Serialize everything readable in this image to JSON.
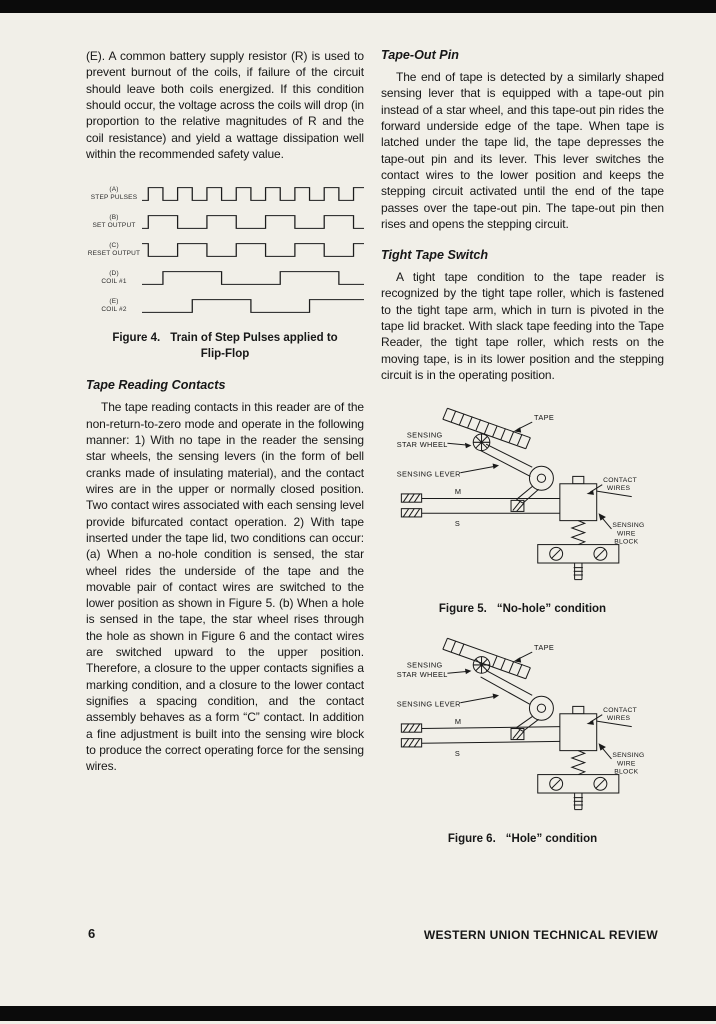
{
  "page": {
    "number": "6",
    "journal_footer": "WESTERN UNION TECHNICAL REVIEW"
  },
  "left": {
    "para_battery": "(E). A common battery supply resistor (R) is used to prevent burnout of the coils, if failure of the circuit should leave both coils energized. If this condition should occur, the voltage across the coils will drop (in proportion to the relative magnitudes of R and the coil resistance) and yield a wattage dissipation well within the recommended safety value.",
    "figure4": {
      "rows": [
        {
          "id": "(A)",
          "label": "STEP PULSES"
        },
        {
          "id": "(B)",
          "label": "SET OUTPUT"
        },
        {
          "id": "(C)",
          "label": "RESET OUTPUT"
        },
        {
          "id": "(D)",
          "label": "COIL #1"
        },
        {
          "id": "(E)",
          "label": "COIL #2"
        }
      ],
      "caption_label": "Figure 4.",
      "caption_text": "Train of Step Pulses applied to Flip-Flop"
    },
    "heading_contacts": "Tape Reading Contacts",
    "para_contacts": "The tape reading contacts in this reader are of the non-return-to-zero mode and operate in the following manner: 1) With no tape in the reader the sensing star wheels, the sensing levers (in the form of bell cranks made of insulating material), and the contact wires are in the upper or normally closed position. Two contact wires associated with each sensing level provide bifurcated contact operation. 2) With tape inserted under the tape lid, two conditions can occur: (a) When a no-hole condition is sensed, the star wheel rides the underside of the tape and the movable pair of contact wires are switched to the lower position as shown in Figure 5. (b) When a hole is sensed in the tape, the star wheel rises through the hole as shown in Figure 6 and the contact wires are switched upward to the upper position. Therefore, a closure to the upper contacts signifies a marking condition, and a closure to the lower contact signifies a spacing condition, and the contact assembly behaves as a form “C” contact. In addition a fine adjustment is built into the sensing wire block to produce the correct operating force for the sensing wires."
  },
  "right": {
    "heading_tapeout": "Tape-Out Pin",
    "para_tapeout": "The end of tape is detected by a similarly shaped sensing lever that is equipped with a tape-out pin instead of a star wheel, and this tape-out pin rides the forward underside edge of the tape. When tape is latched under the tape lid, the tape depresses the tape-out pin and its lever. This lever switches the contact wires to the lower position and keeps the stepping circuit activated until the end of the tape passes over the tape-out pin. The tape-out pin then rises and opens the stepping circuit.",
    "heading_tight": "Tight Tape Switch",
    "para_tight": "A tight tape condition to the tape reader is recognized by the tight tape roller, which is fastened to the tight tape arm, which in turn is pivoted in the tape lid bracket. With slack tape feeding into the Tape Reader, the tight tape roller, which rests on the moving tape, is in its lower position and the stepping circuit is in the operating position.",
    "figure5": {
      "caption_label": "Figure 5.",
      "caption_text": "“No-hole” condition"
    },
    "figure6": {
      "caption_label": "Figure 6.",
      "caption_text": "“Hole” condition"
    }
  },
  "figmech": {
    "sensing1": "SENSING",
    "sensing2": "STAR  WHEEL",
    "tape": "TAPE",
    "lever": "SENSING  LEVER",
    "m": "M",
    "s": "S",
    "contact1": "CONTACT",
    "contact2": "WIRES",
    "block1": "SENSING",
    "block2": "WIRE",
    "block3": "BLOCK"
  }
}
